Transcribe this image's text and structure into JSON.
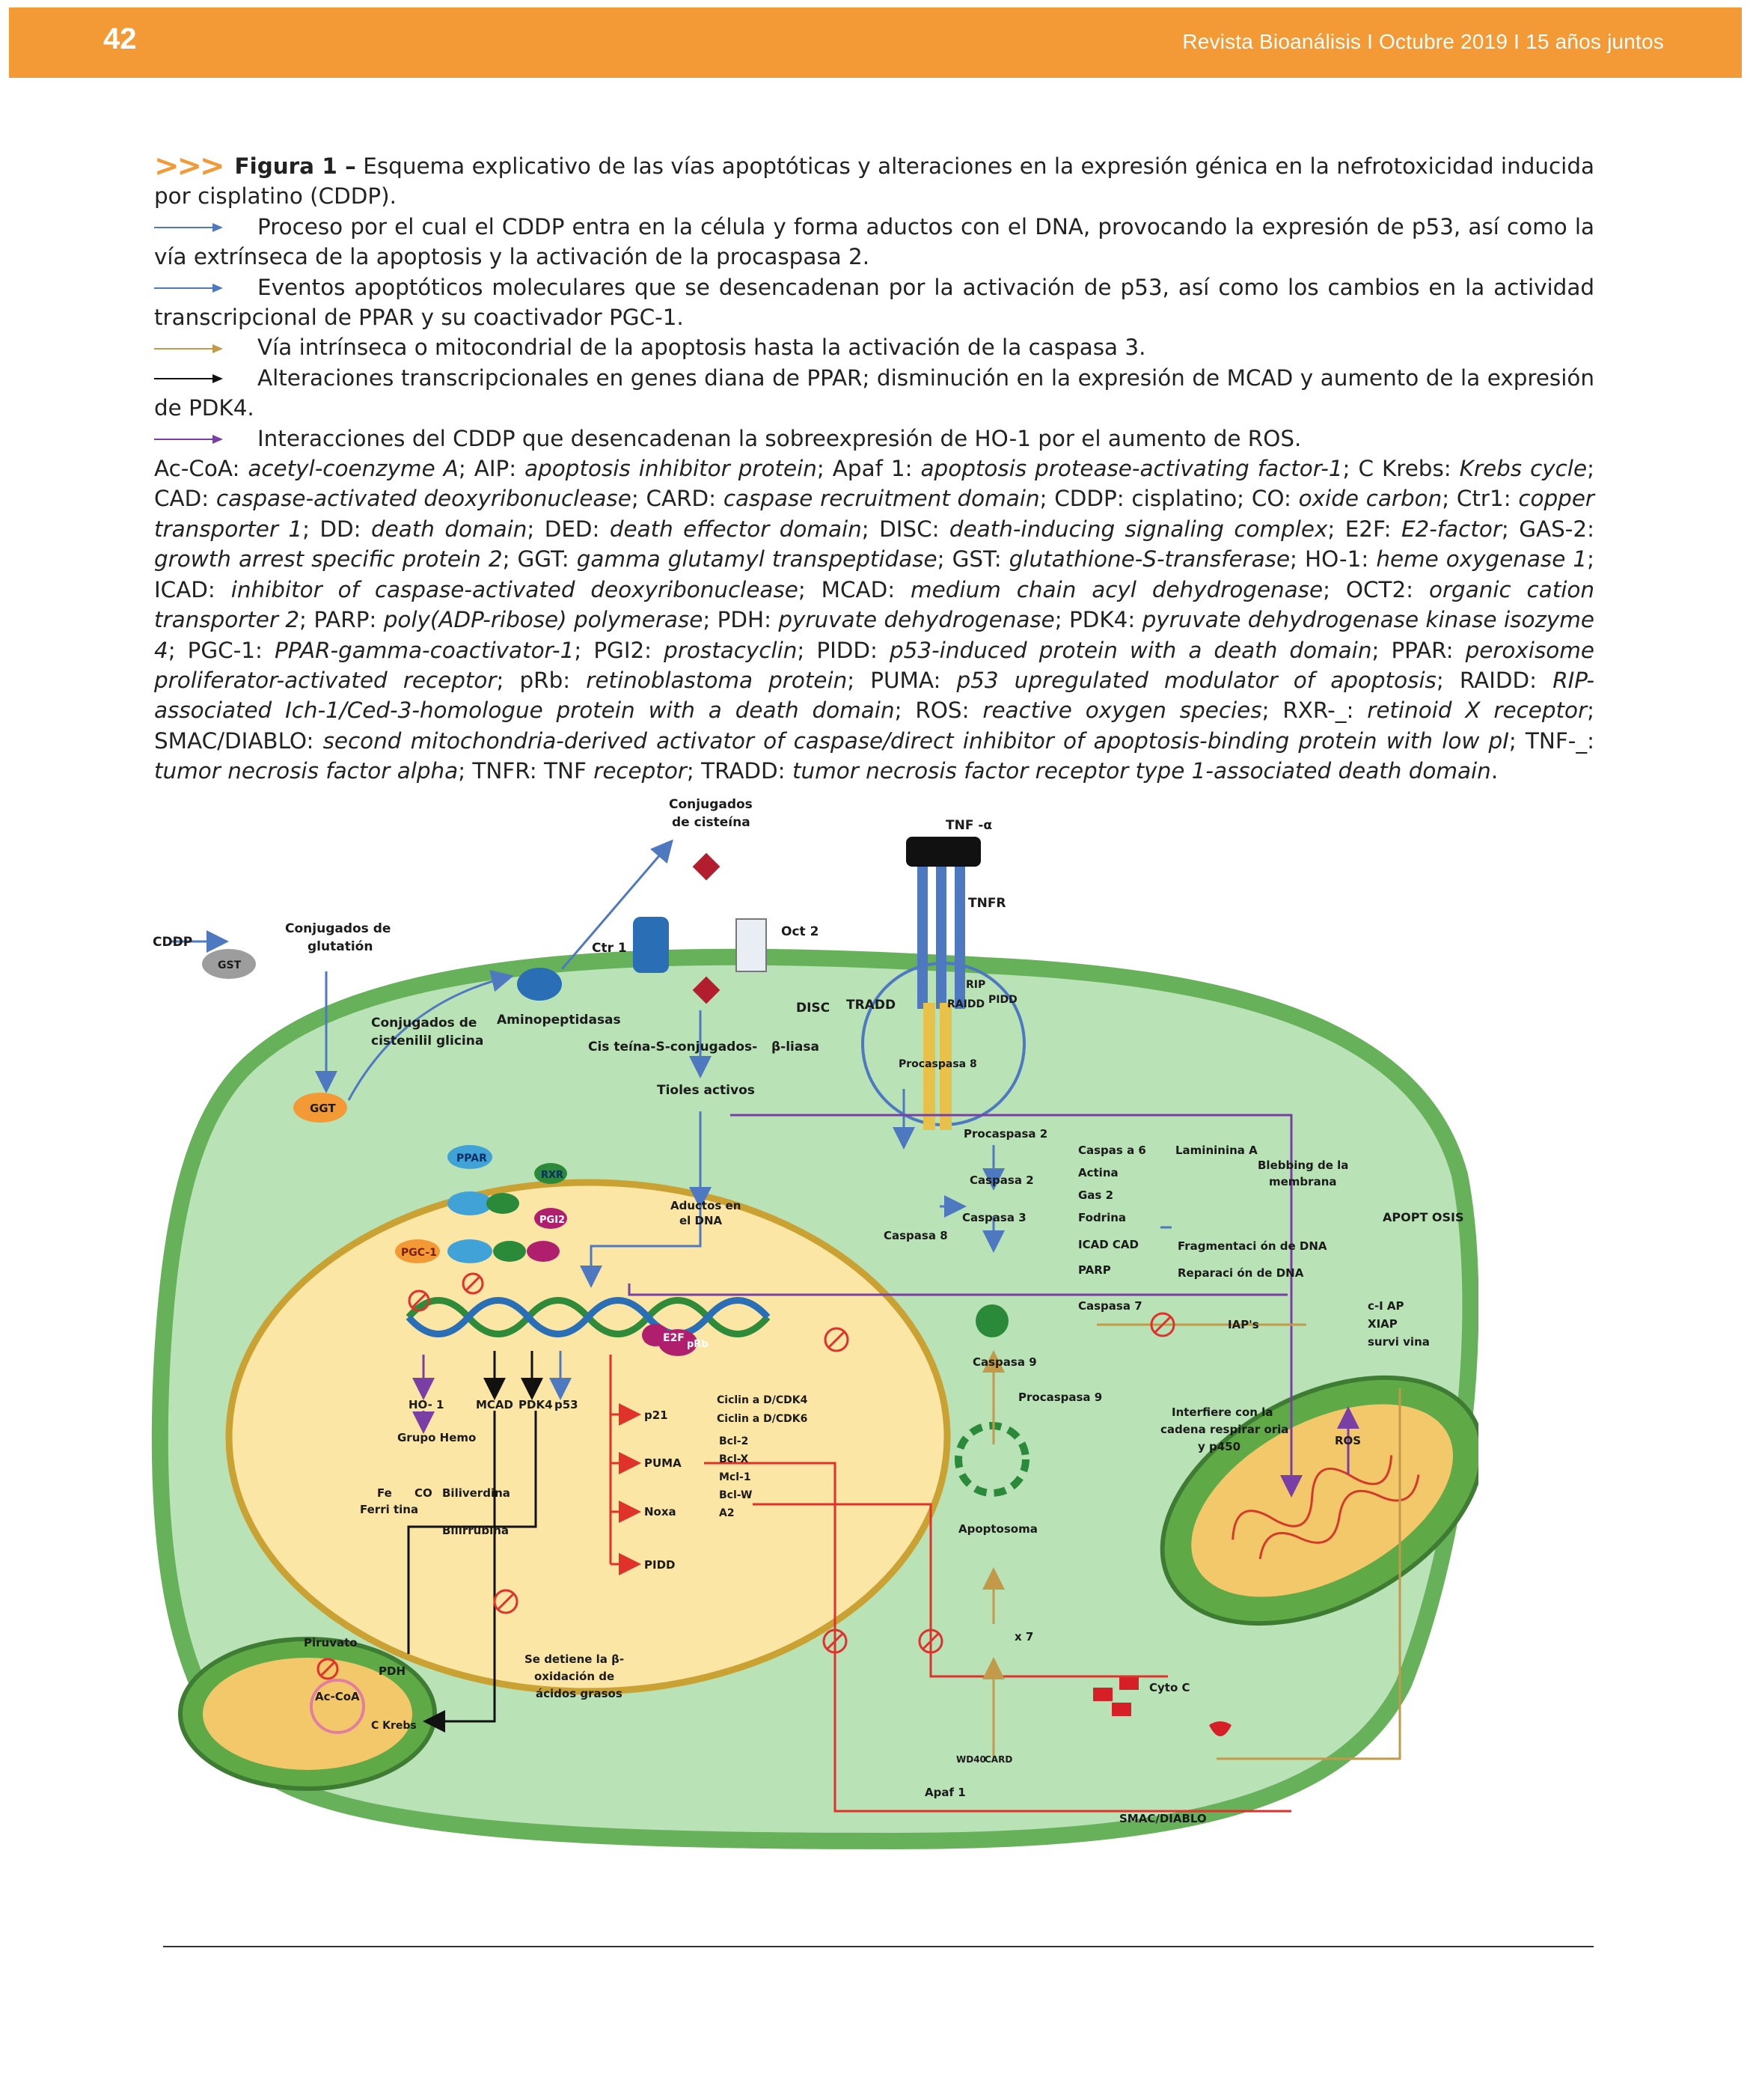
{
  "header": {
    "page_number": "42",
    "running_title": "Revista Bioanálisis I Octubre 2019 I 15 años juntos"
  },
  "caption": {
    "marker": ">>>",
    "figure_label": "Figura 1 –",
    "figure_text": " Esquema explicativo de las vías apoptóticas y alteraciones en la expresión génica en la nefrotoxicidad inducida por cisplatino (CDDP).",
    "legend": [
      {
        "color": "blue",
        "text": "Proceso por el cual el CDDP entra en la célula y forma aductos con el DNA, provocando la expresión de p53, así como la vía extrínseca de la apoptosis y la activación de la procaspasa 2."
      },
      {
        "color": "blue",
        "text": "Eventos apoptóticos moleculares que se desencadenan por la activación de p53, así como los cambios en la actividad transcripcional de PPAR y su coactivador PGC-1."
      },
      {
        "color": "gold",
        "text": "Vía intrínseca o mitocondrial de la apoptosis hasta la activación de la caspasa 3."
      },
      {
        "color": "black",
        "text": "Alteraciones transcripcionales en genes diana de PPAR; disminución en la expresión de MCAD y aumento de la expresión de PDK4."
      },
      {
        "color": "purple",
        "text": "Interacciones del CDDP que desencadenan la sobreexpresión de HO-1 por el aumento de ROS."
      }
    ],
    "abbreviations": [
      [
        "Ac-CoA: ",
        "acetyl-coenzyme A"
      ],
      [
        "; AIP: ",
        "apoptosis inhibitor protein"
      ],
      [
        "; Apaf 1: ",
        "apoptosis protease-activating factor-1"
      ],
      [
        "; C Krebs: ",
        "Krebs cycle"
      ],
      [
        "; CAD: ",
        "caspase-activated deoxyribonuclease"
      ],
      [
        "; CARD: ",
        "caspase recruitment domain"
      ],
      [
        "; CDDP: cisplatino; CO: ",
        "oxide carbon"
      ],
      [
        "; Ctr1: ",
        "copper transporter 1"
      ],
      [
        "; DD: ",
        "death domain"
      ],
      [
        "; DED: ",
        "death effector domain"
      ],
      [
        "; DISC: ",
        "death-inducing signaling complex"
      ],
      [
        "; E2F: ",
        "E2-factor"
      ],
      [
        "; GAS-2: ",
        "growth arrest specific protein 2"
      ],
      [
        "; GGT: ",
        "gamma glutamyl transpeptidase"
      ],
      [
        "; GST: ",
        "glutathione-S-transferase"
      ],
      [
        "; HO-1: ",
        "heme oxygenase 1"
      ],
      [
        "; ICAD: ",
        "inhibitor of caspase-activated deoxyribonuclease"
      ],
      [
        "; MCAD: ",
        "medium chain acyl dehydrogenase"
      ],
      [
        "; OCT2: ",
        "organic cation transporter 2"
      ],
      [
        "; PARP: ",
        "poly(ADP-ribose) polymerase"
      ],
      [
        "; PDH: ",
        "pyruvate dehydrogenase"
      ],
      [
        "; PDK4: ",
        "pyruvate dehydrogenase kinase isozyme 4"
      ],
      [
        "; PGC-1: ",
        "PPAR-gamma-coactivator-1"
      ],
      [
        "; PGI2: ",
        "prostacyclin"
      ],
      [
        "; PIDD: ",
        "p53-induced protein with a death domain"
      ],
      [
        "; PPAR: ",
        "peroxisome proliferator-activated receptor"
      ],
      [
        "; pRb: ",
        "retinoblastoma protein"
      ],
      [
        "; PUMA: ",
        "p53 upregulated modulator of apoptosis"
      ],
      [
        "; RAIDD: ",
        "RIP-associated Ich-1/Ced-3-homologue protein with a death domain"
      ],
      [
        "; ROS: ",
        "reactive oxygen species"
      ],
      [
        "; RXR-_: ",
        "retinoid X receptor"
      ],
      [
        "; SMAC/DIABLO: ",
        "second mitochondria-derived activator of caspase/direct inhibitor of apoptosis-binding protein with low pI"
      ],
      [
        "; TNF-_: ",
        "tumor necrosis factor alpha"
      ],
      [
        "; TNFR: TNF ",
        "receptor"
      ],
      [
        "; TRADD: ",
        "tumor necrosis factor receptor type 1-associated death domain"
      ],
      [
        ".",
        ""
      ]
    ]
  },
  "diagram": {
    "colors": {
      "cell": "#b9e2b6",
      "cell_border": "#68b15b",
      "nucleus": "#fbe6a6",
      "nucleus_border": "#c9a233",
      "blue": "#4e79c1",
      "gold": "#c29a4a",
      "red": "#e0312b",
      "purple": "#7a3fa4",
      "orange": "#f39a37"
    },
    "labels": {
      "cddp": "CDDP",
      "gst": "GST",
      "conj_glutation": "Conjugados de",
      "conj_glutation2": "glutatión",
      "ggt": "GGT",
      "conj_cisteinil": "Conjugados de",
      "conj_cisteinil2": "cistenilil glicina",
      "aminopeptidasas": "Aminopeptidasas",
      "conj_cisteina": "Conjugados",
      "conj_cisteina2": "de cisteína",
      "ctr1": "Ctr 1",
      "oct2": "Oct 2",
      "cis_conj": "Cis teína-S-conjugados-",
      "bliasa": "β-liasa",
      "tioles": "Tioles activos",
      "tnf": "TNF -α",
      "tnfr": "TNFR",
      "disc": "DISC",
      "tradd": "TRADD",
      "rip": "RIP",
      "raidd": "RAIDD",
      "pidd": "PIDD",
      "procasp8": "Procaspasa 8",
      "procasp2": "Procaspasa 2",
      "casp2": "Caspasa 2",
      "casp3": "Caspasa 3",
      "casp8": "Caspasa 8",
      "casp6": "Caspas a 6",
      "actina": "Actina",
      "gas2": "Gas 2",
      "fodrina": "Fodrina",
      "icadcad": "ICAD CAD",
      "parp": "PARP",
      "casp7": "Caspasa 7",
      "laminina": "Lamininina A",
      "blebbing": "Blebbing de la",
      "blebbing2": "membrana",
      "fragmentacion": "Fragmentaci ón de DNA",
      "reparacion": "Reparaci ón de DNA",
      "apoptosis": "APOPT OSIS",
      "ppar": "PPAR",
      "rxr": "RXR",
      "pgi2": "PGI2",
      "pgc1": "PGC-1",
      "aductos": "Aductos en",
      "aductos2": "el DNA",
      "e2f": "E2F",
      "prb": "pRb",
      "ho1": "HO- 1",
      "mcad": "MCAD",
      "pdk4": "PDK4",
      "p53": "p53",
      "p21": "p21",
      "ciclina1": "Ciclin a D/CDK4",
      "ciclina2": "Ciclin a D/CDK6",
      "puma": "PUMA",
      "noxa": "Noxa",
      "pidd2": "PIDD",
      "bcl2": "Bcl-2",
      "bclx": "Bcl-X",
      "mcl1": "Mcl-1",
      "bclw": "Bcl-W",
      "a2": "A2",
      "grupohemo": "Grupo Hemo",
      "fe": "Fe",
      "co": "CO",
      "biliverdina": "Biliverdina",
      "ferritina": "Ferri tina",
      "bilirrubina": "Bilirrubina",
      "casp9": "Caspasa 9",
      "procasp9": "Procaspasa 9",
      "apoptosoma": "Apoptosoma",
      "x7": "x 7",
      "card": "CARD",
      "wd40": "WD40",
      "apaf1": "Apaf 1",
      "cytoc": "Cyto C",
      "smac": "SMAC/DIABLO",
      "iaps": "IAP's",
      "ciap": "c-I AP",
      "xiap": "XIAP",
      "survivina": "survi vina",
      "interfiere": "Interfiere con la",
      "interfiere2": "cadena respirar oria",
      "interfiere3": "y p450",
      "ros": "ROS",
      "piruvato": "Piruvato",
      "pdh": "PDH",
      "accoa": "Ac-CoA",
      "ckrebs": "C Krebs",
      "detiene": "Se detiene la β-",
      "detiene2": "oxidación de",
      "detiene3": "ácidos grasos"
    }
  }
}
